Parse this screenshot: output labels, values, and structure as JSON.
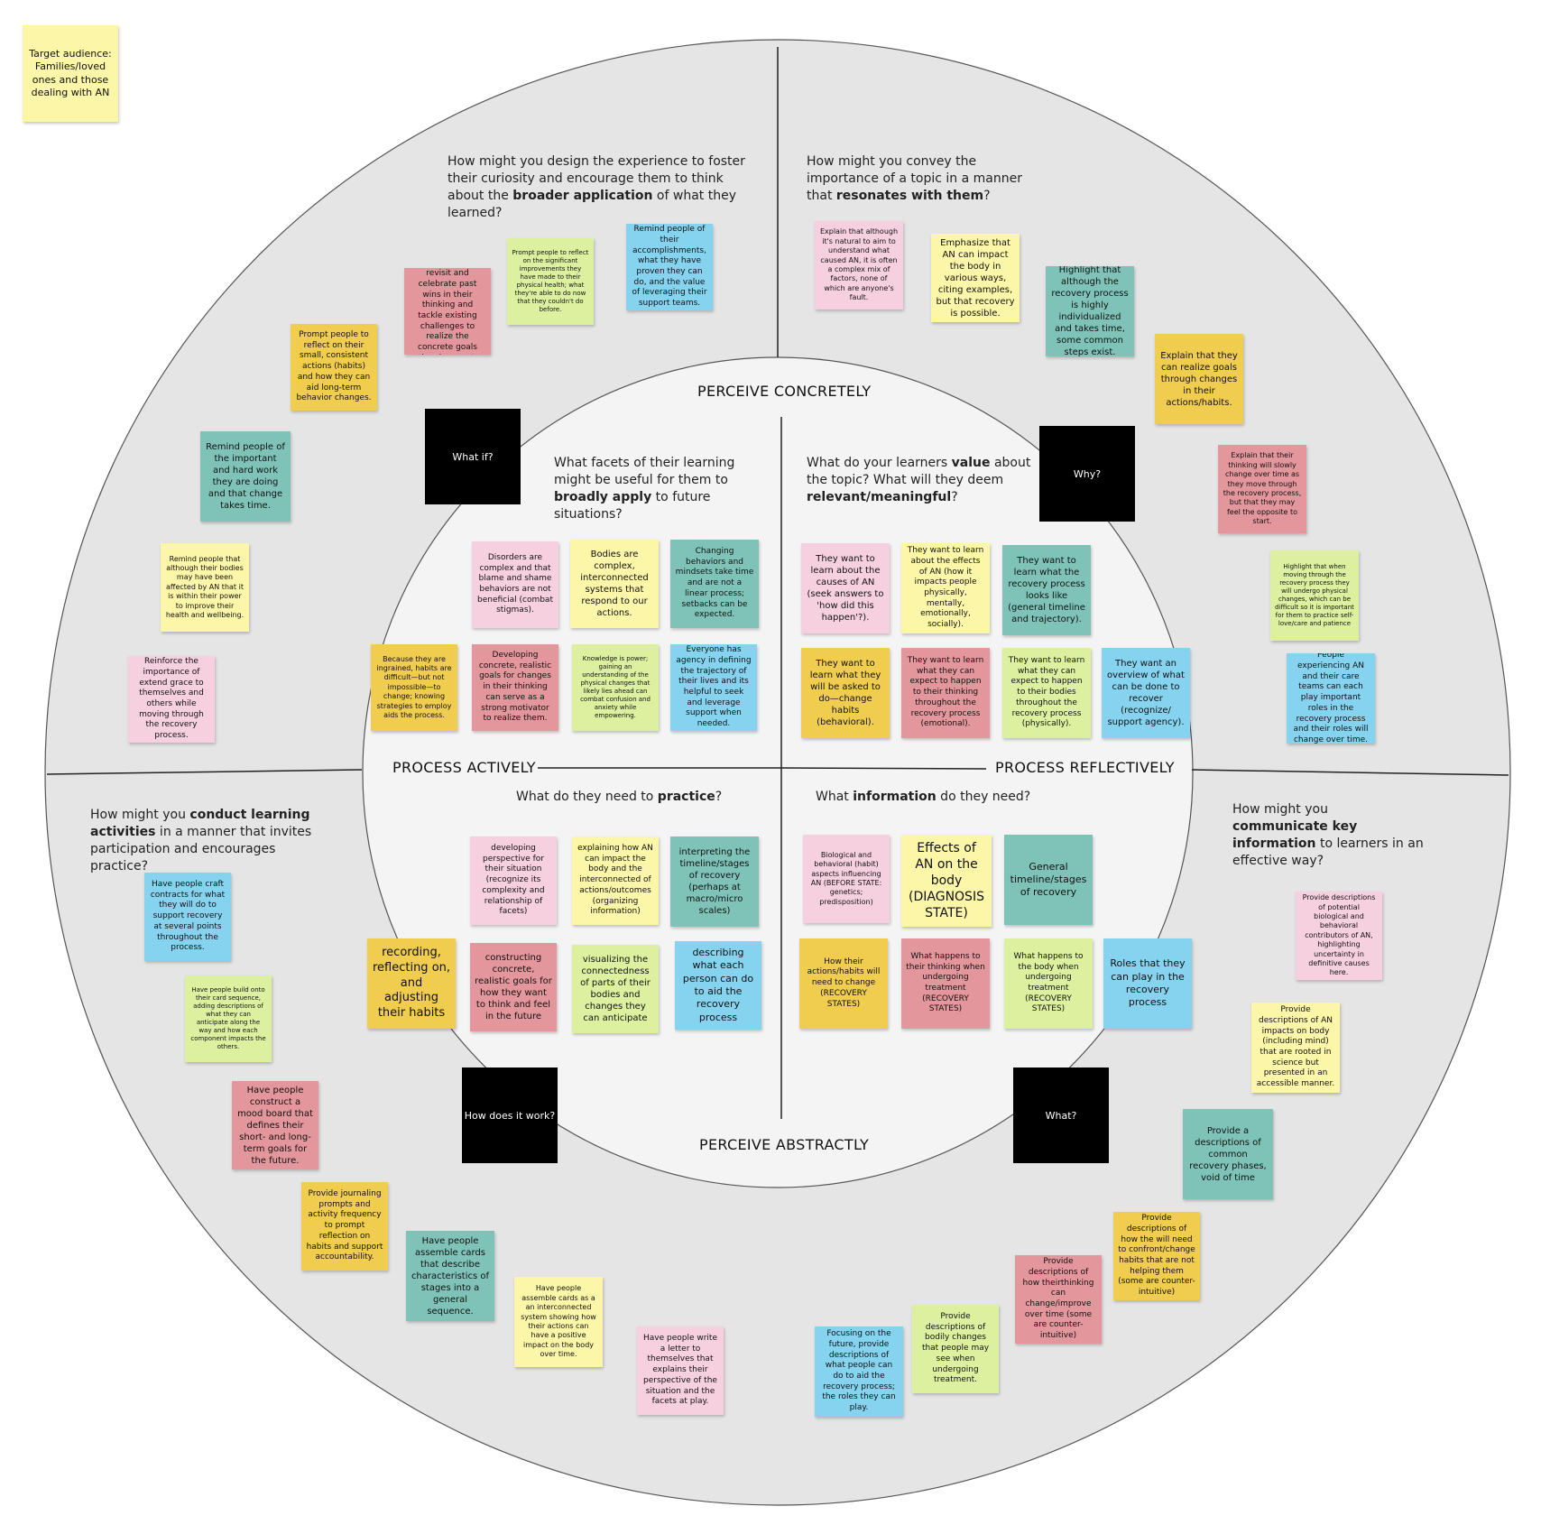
{
  "colors": {
    "outer_ring": "#e5e5e5",
    "inner_circle": "#f4f4f4",
    "divider": "#222222",
    "black_box": "#000000",
    "sticky_yellow": "#fbf6a8",
    "sticky_orange": "#f0cc4f",
    "sticky_pink": "#f6d0de",
    "sticky_red": "#e3969c",
    "sticky_teal": "#7fc3b8",
    "sticky_green": "#dcf0a0",
    "sticky_blue": "#86d3f0"
  },
  "target_audience": "Target audience: Families/loved ones and those dealing with AN",
  "axis_labels": {
    "top": "PERCEIVE CONCRETELY",
    "bottom": "PERCEIVE ABSTRACTLY",
    "left": "PROCESS ACTIVELY",
    "right": "PROCESS REFLECTIVELY"
  },
  "quadrant_boxes": {
    "what_if": "What if?",
    "why": "Why?",
    "how": "How does it work?",
    "what": "What?"
  },
  "outer_questions": {
    "top_left": {
      "pre": "How might you design the experience to foster their curiosity and encourage them to think about the ",
      "bold": "broader application",
      "post": " of what they learned?"
    },
    "top_right": {
      "pre": "How might you convey the importance of a topic in a manner that ",
      "bold": "resonates with them",
      "post": "?"
    },
    "bottom_left": {
      "pre": "How might you ",
      "bold": "conduct learning activities",
      "post": " in a manner that invites participation and encourages practice?"
    },
    "bottom_right": {
      "pre": "How might you ",
      "bold": "communicate key information",
      "post": " to learners in an effective way?"
    }
  },
  "inner_questions": {
    "top_left": {
      "pre": "What facets of their learning might be useful for them to ",
      "bold": "broadly apply",
      "post": " to future situations?"
    },
    "top_right_1": {
      "pre": "What do your learners ",
      "bold": "value",
      "post": " about the topic? What will they deem "
    },
    "top_right_2": {
      "bold": "relevant/meaningful",
      "post": "?"
    },
    "bottom_left": {
      "pre": "What do they need to ",
      "bold": "practice",
      "post": "?"
    },
    "bottom_right": {
      "pre": "What ",
      "bold": "information",
      "post": " do they need?"
    }
  },
  "stickies": {
    "tl_outer_1": "Prompt people to revisit and celebrate past wins in their thinking and tackle existing challenges to realize the concrete goals they have set.",
    "tl_outer_2": "Prompt people to reflect on the significant improvements they have made to their physical health; what they're able to do now that they couldn't do before.",
    "tl_outer_3": "Remind people of their accomplishments, what they have proven they can do, and the value of leveraging their support teams.",
    "tl_outer_4": "Prompt people to reflect on their small, consistent actions (habits) and how they can aid long-term behavior changes.",
    "tl_outer_5": "Remind people of the important and hard work they are doing and that change takes time.",
    "tl_outer_6": "Remind people that although their bodies may have been affected by AN that it is within their power to improve their health and wellbeing.",
    "tl_outer_7": "Reinforce the importance of extend grace to themselves and others while moving through the recovery process.",
    "tr_outer_1": "Explain that although it's natural to aim to understand what caused AN, it is often a complex mix of factors, none of which are anyone's fault.",
    "tr_outer_2": "Emphasize that AN can impact the body in various ways, citing examples, but that recovery is possible.",
    "tr_outer_3": "Highlight that although the recovery process is highly individualized and takes time, some common steps exist.",
    "tr_outer_4": "Explain that they can realize goals through changes in their actions/habits.",
    "tr_outer_5": "Explain that their thinking will slowly change over time as they move through the recovery process, but that they may feel the opposite to start.",
    "tr_outer_6": "Highlight that when moving through the recovery process they will undergo physical changes, which can be difficult so it is important for them to practice self-love/care and patience",
    "tr_outer_7": "People experiencing AN and their care teams can each play important roles in the recovery process and their roles will change over time.",
    "tl_inner_1": "Disorders are complex and that blame and shame behaviors are not beneficial (combat stigmas).",
    "tl_inner_2": "Bodies are complex, interconnected systems that respond to our actions.",
    "tl_inner_3": "Changing behaviors and mindsets take time and are not a linear process; setbacks can be expected.",
    "tl_inner_4": "Because they are ingrained, habits are difficult—but not impossible—to change; knowing strategies to employ aids the process.",
    "tl_inner_5": "Developing concrete, realistic goals for changes in their thinking can serve as a strong motivator to realize them.",
    "tl_inner_6": "Knowledge is power; gaining an understanding of the physical changes that likely lies ahead can combat confusion and anxiety while empowering.",
    "tl_inner_7": "Everyone has agency in defining the trajectory of their lives and its helpful to seek and leverage support when needed.",
    "tr_inner_1": "They want to learn about the causes of AN (seek answers to 'how did this happen'?).",
    "tr_inner_2": "They want to learn about the effects of AN (how it impacts people physically, mentally, emotionally, socially).",
    "tr_inner_3": "They want to learn what the recovery process looks like (general timeline and trajectory).",
    "tr_inner_4": "They want to learn what they will be asked to do—change habits (behavioral).",
    "tr_inner_5": "They want to learn what they can expect to happen to their thinking throughout the recovery process (emotional).",
    "tr_inner_6": "They want to learn what they can expect to happen to their bodies throughout the recovery process (physically).",
    "tr_inner_7": "They want an overview of what can be done to recover (recognize/ support agency).",
    "bl_inner_1": "developing perspective for their situation (recognize its complexity and relationship of facets)",
    "bl_inner_2": "explaining how AN can impact the body and the interconnected of actions/outcomes (organizing information)",
    "bl_inner_3": "interpreting the timeline/stages of recovery (perhaps at macro/micro scales)",
    "bl_inner_4": "recording, reflecting on, and adjusting their habits",
    "bl_inner_5": "constructing concrete, realistic goals for how they want to think and feel in the future",
    "bl_inner_6": "visualizing the connectedness of parts of their bodies and changes they can anticipate",
    "bl_inner_7": "describing what each person can do to aid the recovery process",
    "br_inner_1": "Biological and behavioral (habit) aspects influencing AN (BEFORE STATE: genetics; predisposition)",
    "br_inner_2": "Effects of AN on the body (DIAGNOSIS STATE)",
    "br_inner_3": "General timeline/stages of recovery",
    "br_inner_4": "How their actions/habits will need to change (RECOVERY STATES)",
    "br_inner_5": "What happens to their thinking when undergoing treatment (RECOVERY STATES)",
    "br_inner_6": "What happens to the body when undergoing treatment (RECOVERY STATES)",
    "br_inner_7": "Roles that they can play in the recovery process",
    "bl_outer_1": "Have people craft contracts for what they will do to support recovery at several points throughout the process.",
    "bl_outer_2": "Have people build onto their card sequence, adding descriptions of what they can anticipate along the way and how each component impacts the others.",
    "bl_outer_3": "Have people construct a mood board that defines their short- and long-term goals for the future.",
    "bl_outer_4": "Provide journaling prompts and activity frequency to prompt reflection on habits and support accountability.",
    "bl_outer_5": "Have people assemble cards that describe characteristics of stages into a general sequence.",
    "bl_outer_6": "Have people assemble cards as a an interconnected system showing how their actions can have a positive impact on the body over time.",
    "bl_outer_7": "Have people write a letter to themselves that explains their perspective of the situation and the facets at play.",
    "br_outer_1": "Provide descriptions of potential biological and behavioral contributors of AN, highlighting uncertainty in definitive causes here.",
    "br_outer_2": "Provide descriptions of AN impacts on body (including mind) that are rooted in science but presented in an accessible manner.",
    "br_outer_3": "Provide a descriptions of common recovery phases, void of time",
    "br_outer_4": "Provide descriptions of how the will need to confront/change habits that are not helping them (some are counter-intuitive)",
    "br_outer_5": "Provide descriptions of how theirthinking can change/improve over time (some are counter-intuitive)",
    "br_outer_6": "Provide descriptions of bodily changes that people may see when undergoing treatment.",
    "br_outer_7": "Focusing on the future, provide descriptions of what people can do to aid the recovery process; the roles they can play."
  }
}
